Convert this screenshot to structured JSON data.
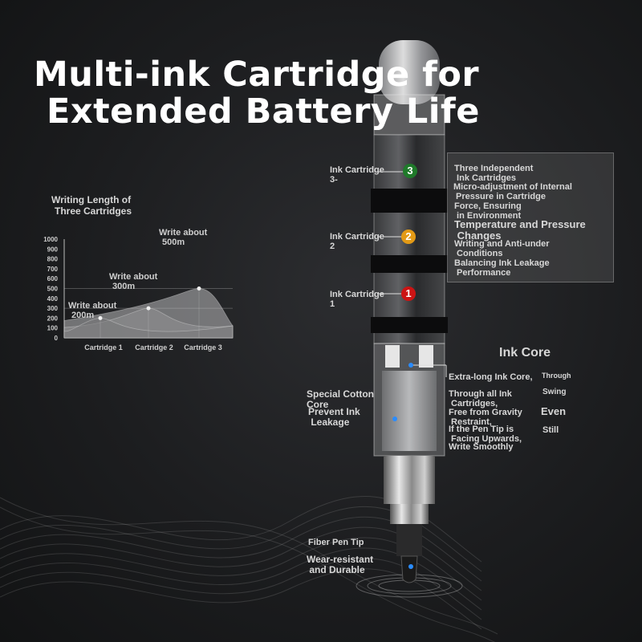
{
  "title": {
    "line1": "Multi-ink Cartridge for",
    "line2": "Extended Battery Life"
  },
  "chart": {
    "title_line1": "Writing Length of",
    "title_line2": "Three Cartridges"
  },
  "chart_data": {
    "type": "area",
    "title": "Writing Length of Three Cartridges",
    "xlabel": "",
    "ylabel": "",
    "ylim": [
      0,
      1000
    ],
    "yticks": [
      0,
      100,
      200,
      300,
      400,
      500,
      600,
      700,
      800,
      900,
      1000
    ],
    "categories": [
      "Cartridge 1",
      "Cartridge 2",
      "Cartridge 3"
    ],
    "values": [
      200,
      300,
      500
    ],
    "annotations": [
      "Write about\n200m",
      "Write about\n300m",
      "Write about\n500m"
    ],
    "grid": false
  },
  "cartridges": [
    {
      "label": "Ink Cartridge\n3-",
      "badge": "3",
      "color": "#1f7a2a"
    },
    {
      "label": "Ink Cartridge\n2",
      "badge": "2",
      "color": "#e39a16"
    },
    {
      "label": "Ink Cartridge\n1",
      "badge": "1",
      "color": "#cc1414"
    }
  ],
  "panel": {
    "l1": "Three Independent\n Ink Cartridges",
    "l2": "Micro-adjustment of Internal\n Pressure in Cartridge",
    "l3": "Force, Ensuring\n in Environment",
    "l4": "Temperature and Pressure\n Changes",
    "l5": "Writing and Anti-under\n Conditions",
    "l6": "Balancing Ink Leakage\n Performance"
  },
  "ink_core": {
    "heading": "Ink Core",
    "l1": "Extra-long Ink Core,",
    "l1b": "Through",
    "l2": "Through all Ink\n Cartridges,",
    "l2b": "Swing",
    "l3": "Free from Gravity\n Restraint,",
    "l3b": "Even",
    "l4": "If the Pen Tip is\n Facing Upwards,",
    "l4b": "Still",
    "l5": "Write Smoothly"
  },
  "cotton": {
    "l1": "Special Cotton\nCore",
    "l2": "Prevent Ink\n Leakage"
  },
  "tip": {
    "l1": "Fiber Pen Tip",
    "l2": "Wear-resistant\n and Durable"
  },
  "colors": {
    "accent_blue": "#2a8cff",
    "text": "#d8d8d8"
  }
}
